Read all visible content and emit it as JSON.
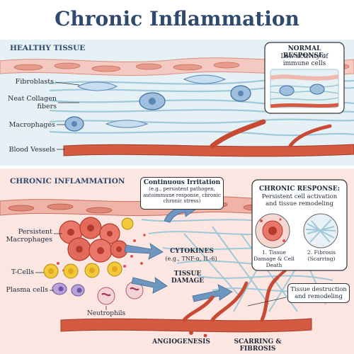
{
  "title": "Chronic Inflammation",
  "healthy": {
    "section_label": "HEALTHY TISSUE",
    "labels": [
      "Fibroblasts",
      "Neat Collagen fibers",
      "Macrophages",
      "Blood Vessels"
    ],
    "callout_title": "NORMAL RESPONSE:",
    "callout_text": "Low activity of immune cells"
  },
  "chronic": {
    "section_label": "CHRONIC INFLAMMATION",
    "irritation_title": "Continuous Irritation",
    "irritation_text": "(e.g., persistent pathogen, autoimmune response, chronic chronic stress)",
    "labels": [
      "Persistent Macrophages",
      "T-Cells",
      "Plasma cells",
      "Neutrophils"
    ],
    "cytokines_title": "CYTOKINES",
    "cytokines_text": "(e.g., TNF-α, IL-6)",
    "damage_title": "TISSUE DAMAGE",
    "response_title": "CHRONIC RESPONSE:",
    "response_text": "Persistent cell activation and tissue remodeling",
    "inset1": "1. Tissue Damage & Cell Death",
    "inset2": "2. Fibrosis (Scarring)",
    "destruction_text": "Tissue destruction and remodeling",
    "bottom_left": "ANGIOGENESIS",
    "bottom_right": "SCARRING & FIBROSIS"
  },
  "colors": {
    "title": "#2f4a6e",
    "healthy_bg": "#dfeef4",
    "chronic_bg": "#fbe3df",
    "vessel": "#c94a34",
    "fiber": "#9fc9d9",
    "cell_blue": "#8fb4d8",
    "macrophage_red": "#e0695a",
    "tcell_yellow": "#f3c93a",
    "plasma_purple": "#a892cc"
  }
}
